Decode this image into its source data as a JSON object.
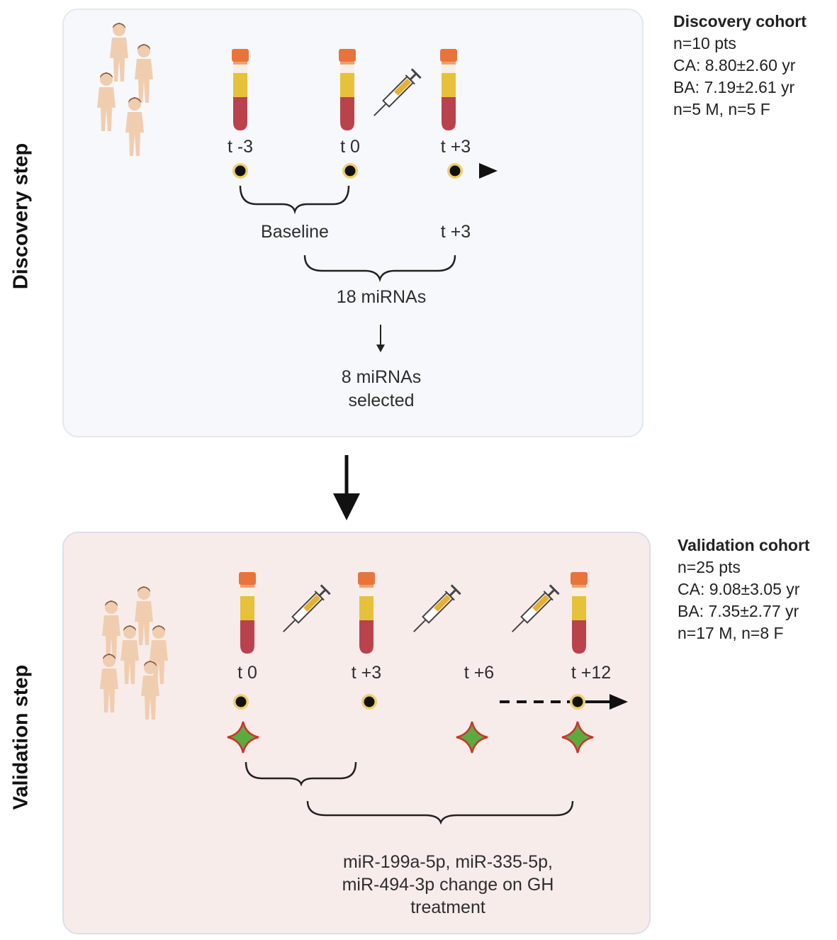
{
  "steps": {
    "discovery_label": "Discovery step",
    "validation_label": "Validation step"
  },
  "discovery": {
    "timepoints": [
      "t -3",
      "t 0",
      "t +3"
    ],
    "baseline_label": "Baseline",
    "t3_label": "t +3",
    "mirna_count_label": "18 miRNAs",
    "selected_line1": "8 miRNAs",
    "selected_line2": "selected",
    "cohort": {
      "title": "Discovery cohort",
      "lines": [
        "n=10 pts",
        "CA: 8.80±2.60 yr",
        "BA: 7.19±2.61 yr",
        "n=5 M, n=5 F"
      ]
    }
  },
  "validation": {
    "timepoints": [
      "t 0",
      "t +3",
      "t +6",
      "t +12"
    ],
    "result_lines": [
      "miR-199a-5p, miR-335-5p,",
      "miR-494-3p change on GH",
      "treatment"
    ],
    "cohort": {
      "title": "Validation cohort",
      "lines": [
        "n=25 pts",
        "CA: 9.08±3.05 yr",
        "BA: 7.35±2.77 yr",
        "n=17 M, n=8 F"
      ]
    }
  },
  "colors": {
    "tube_cap": "#e8743b",
    "tube_plasma": "#e6c13a",
    "tube_blood": "#b9424d",
    "timeline_dot_ring": "#f0cf6b",
    "star_fill": "#5cab3f",
    "star_stroke": "#d0312d",
    "figure_skin": "#f1cdb0"
  },
  "icons": [
    "person-figure-icon",
    "blood-tube-icon",
    "syringe-icon",
    "star-marker-icon",
    "arrow-down-icon"
  ]
}
